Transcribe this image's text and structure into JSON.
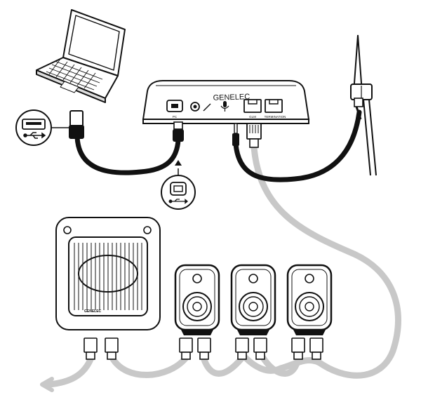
{
  "interface": {
    "brand": "GENELEC",
    "port_labels": [
      "PC",
      "GLM",
      "TERMINATION"
    ]
  },
  "subwoofer": {
    "badge": "GENELEC"
  },
  "icons": [
    "laptop-icon",
    "usb-a-icon",
    "usb-b-icon",
    "usb-symbol-icon",
    "microphone-icon",
    "rj45-connector-icon",
    "arrow-left-icon"
  ],
  "colors": {
    "line": "#111111",
    "cable_grey": "#c8c8c8",
    "cable_black": "#111111",
    "background": "#ffffff"
  }
}
